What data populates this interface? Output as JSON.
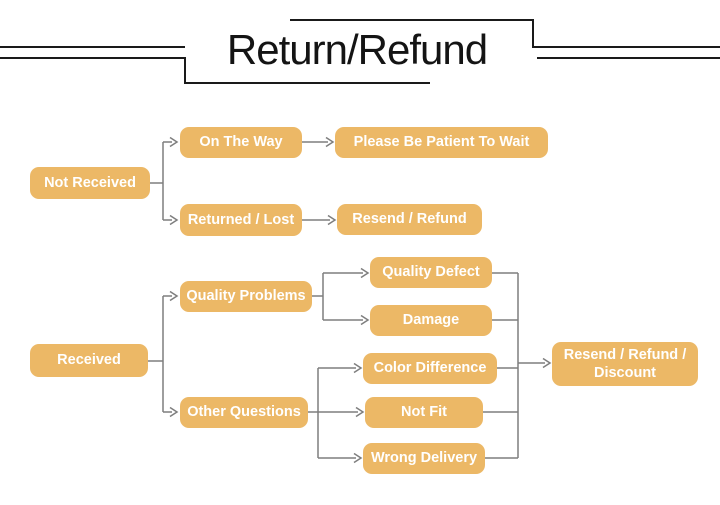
{
  "title": "Return/Refund",
  "colors": {
    "node_bg": "#ecb866",
    "node_text": "#ffffff",
    "connector_gray": "#7e7e7e",
    "ornament_black": "#1a1a1a",
    "background": "#ffffff"
  },
  "flowchart": {
    "nodes": {
      "not_received": "Not Received",
      "on_the_way": "On The Way",
      "please_wait": "Please Be Patient To Wait",
      "returned_lost": "Returned / Lost",
      "resend_refund": "Resend / Refund",
      "received": "Received",
      "quality_problems": "Quality Problems",
      "quality_defect": "Quality Defect",
      "damage": "Damage",
      "other_questions": "Other Questions",
      "color_difference": "Color Difference",
      "not_fit": "Not Fit",
      "wrong_delivery": "Wrong Delivery",
      "resend_refund_discount": "Resend / Refund / Discount"
    },
    "edges": [
      {
        "from": "Not Received",
        "to": "On The Way"
      },
      {
        "from": "Not Received",
        "to": "Returned / Lost"
      },
      {
        "from": "On The Way",
        "to": "Please Be Patient To Wait"
      },
      {
        "from": "Returned / Lost",
        "to": "Resend / Refund"
      },
      {
        "from": "Received",
        "to": "Quality Problems"
      },
      {
        "from": "Received",
        "to": "Other Questions"
      },
      {
        "from": "Quality Problems",
        "to": "Quality Defect"
      },
      {
        "from": "Quality Problems",
        "to": "Damage"
      },
      {
        "from": "Other Questions",
        "to": "Color Difference"
      },
      {
        "from": "Other Questions",
        "to": "Not Fit"
      },
      {
        "from": "Other Questions",
        "to": "Wrong Delivery"
      },
      {
        "from": "Quality Defect",
        "to": "Resend / Refund / Discount"
      },
      {
        "from": "Damage",
        "to": "Resend / Refund / Discount"
      },
      {
        "from": "Color Difference",
        "to": "Resend / Refund / Discount"
      },
      {
        "from": "Not Fit",
        "to": "Resend / Refund / Discount"
      },
      {
        "from": "Wrong Delivery",
        "to": "Resend / Refund / Discount"
      }
    ]
  }
}
